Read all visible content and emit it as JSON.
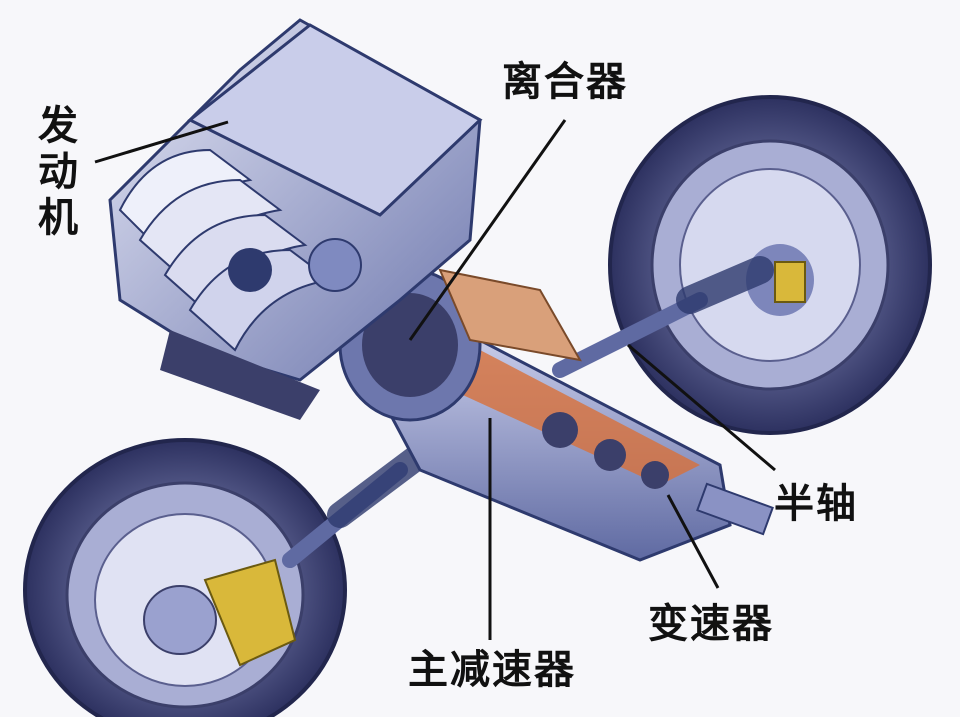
{
  "labels": {
    "engine": "发动机",
    "clutch": "离合器",
    "half_shaft": "半轴",
    "gearbox": "变速器",
    "final_drive": "主减速器"
  },
  "colors": {
    "metal_dark": "#2e3a6e",
    "metal_mid": "#7f8ac0",
    "metal_light": "#c9cdea",
    "tire": "#3b3f6a",
    "caliper": "#d9b83a",
    "cutaway": "#d8703a",
    "leader": "#111111"
  }
}
